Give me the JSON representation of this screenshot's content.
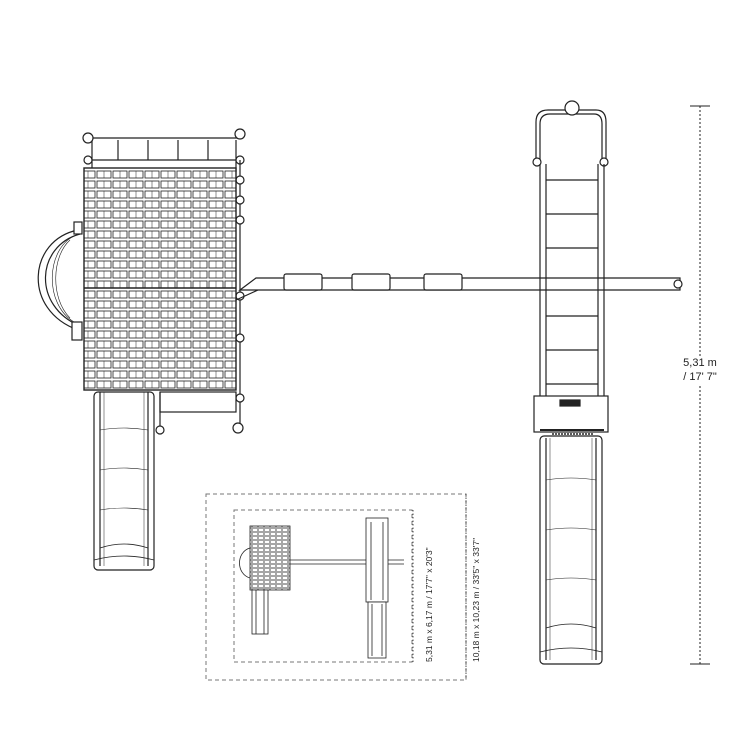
{
  "dimensions": {
    "height_metric": "5,31 m",
    "height_imperial": "/ 17' 7\"",
    "footprint": "5,31 m x 6,17 m / 17'7\" x 20'3\"",
    "safety_zone": "10,18 m x 10,23 m / 33'5\" x 33'7\""
  },
  "colors": {
    "line": "#222222",
    "dash": "#777777",
    "background": "#ffffff"
  }
}
